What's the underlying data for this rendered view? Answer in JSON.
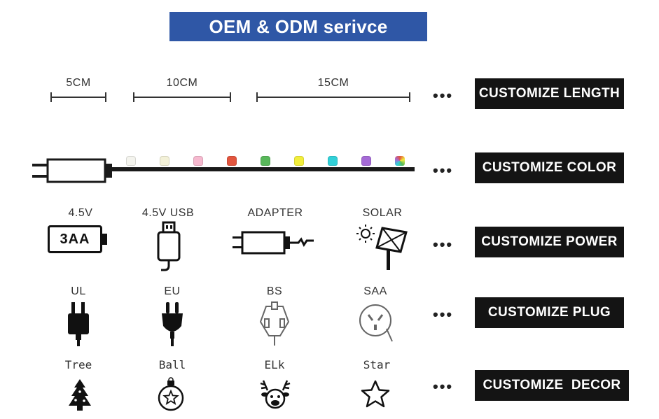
{
  "banner": {
    "title": "OEM & ODM serivce"
  },
  "length_row": {
    "measures": [
      "5CM",
      "10CM",
      "15CM"
    ],
    "dots": "•••",
    "label": "CUSTOMIZE LENGTH"
  },
  "color_row": {
    "bulb_colors": [
      "#f4f4ee",
      "#f3f1d8",
      "#f6b9cf",
      "#e2553e",
      "#58b85a",
      "#f2ee3c",
      "#31d0d8",
      "#a56ad6",
      "multicolor"
    ],
    "dots": "•••",
    "label": "CUSTOMIZE COLOR"
  },
  "power_row": {
    "items": [
      {
        "caption": "4.5V",
        "icon": "battery-icon",
        "icon_text": "3AA"
      },
      {
        "caption": "4.5V USB",
        "icon": "usb-plug-icon"
      },
      {
        "caption": "ADAPTER",
        "icon": "adapter-icon"
      },
      {
        "caption": "SOLAR",
        "icon": "solar-panel-icon"
      }
    ],
    "dots": "•••",
    "label": "CUSTOMIZE POWER"
  },
  "plug_row": {
    "items": [
      {
        "caption": "UL",
        "icon": "ul-plug-icon"
      },
      {
        "caption": "EU",
        "icon": "eu-plug-icon"
      },
      {
        "caption": "BS",
        "icon": "bs-plug-icon"
      },
      {
        "caption": "SAA",
        "icon": "saa-plug-icon"
      }
    ],
    "dots": "•••",
    "label": "CUSTOMIZE PLUG"
  },
  "decor_row": {
    "items": [
      {
        "caption": "Tree",
        "icon": "tree-icon"
      },
      {
        "caption": "Ball",
        "icon": "ornament-ball-icon"
      },
      {
        "caption": "ELk",
        "icon": "elk-icon"
      },
      {
        "caption": "Star",
        "icon": "star-icon"
      }
    ],
    "dots": "•••",
    "label": "CUSTOMIZE  DECOR"
  }
}
